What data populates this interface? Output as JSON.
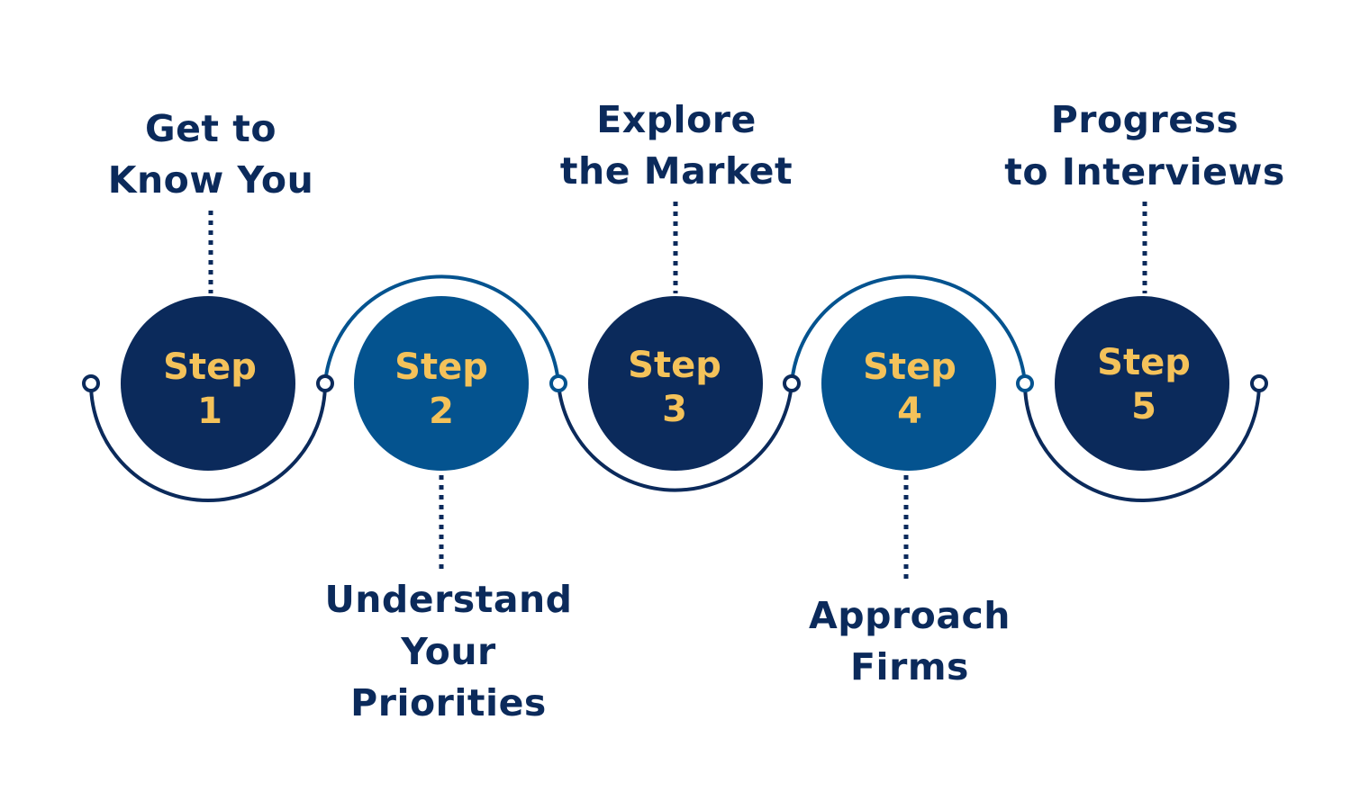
{
  "colors": {
    "navy": "#0b2a5b",
    "blue": "#04538f",
    "gold": "#f4c25a",
    "background": "#ffffff"
  },
  "steps": [
    {
      "word": "Step",
      "number": "1",
      "label_lines": [
        "Get to",
        "Know You"
      ],
      "label_position": "above",
      "fill": "navy"
    },
    {
      "word": "Step",
      "number": "2",
      "label_lines": [
        "Understand",
        "Your",
        "Priorities"
      ],
      "label_position": "below",
      "fill": "blue"
    },
    {
      "word": "Step",
      "number": "3",
      "label_lines": [
        "Explore",
        "the Market"
      ],
      "label_position": "above",
      "fill": "navy"
    },
    {
      "word": "Step",
      "number": "4",
      "label_lines": [
        "Approach",
        "Firms"
      ],
      "label_position": "below",
      "fill": "blue"
    },
    {
      "word": "Step",
      "number": "5",
      "label_lines": [
        "Progress",
        "to Interviews"
      ],
      "label_position": "above",
      "fill": "navy"
    }
  ]
}
